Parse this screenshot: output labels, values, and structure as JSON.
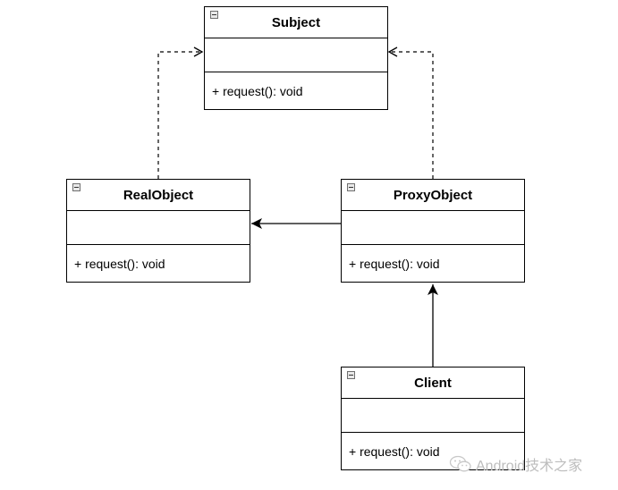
{
  "classes": {
    "subject": {
      "name": "Subject",
      "operation": "+ request(): void"
    },
    "real_object": {
      "name": "RealObject",
      "operation": "+ request(): void"
    },
    "proxy_object": {
      "name": "ProxyObject",
      "operation": "+ request(): void"
    },
    "client": {
      "name": "Client",
      "operation": "+ request(): void"
    }
  },
  "relations": [
    {
      "from": "RealObject",
      "to": "Subject",
      "kind": "realization"
    },
    {
      "from": "ProxyObject",
      "to": "Subject",
      "kind": "realization"
    },
    {
      "from": "ProxyObject",
      "to": "RealObject",
      "kind": "association"
    },
    {
      "from": "Client",
      "to": "ProxyObject",
      "kind": "association"
    }
  ],
  "watermark": {
    "text": "Android技术之家",
    "icon": "wechat-icon"
  },
  "colors": {
    "line": "#000000",
    "watermark": "#bdbdbd"
  }
}
